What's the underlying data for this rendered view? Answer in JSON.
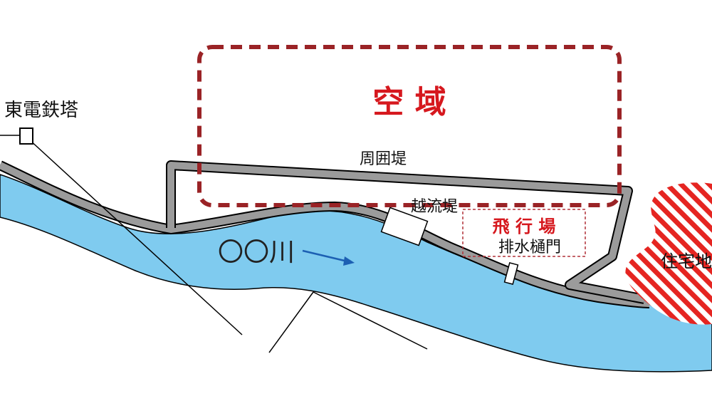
{
  "labels": {
    "airspace": "空 域",
    "perimeter_levee": "周囲堤",
    "overflow_levee": "越流堤",
    "airfield": "飛 行 場",
    "drainage_gate": "排水樋門",
    "river": "〇〇川",
    "residential": "住宅地",
    "power_tower": "東電鉄塔"
  },
  "colors": {
    "river": "#7fcbef",
    "river_edge": "#000000",
    "levee": "#9b9b9b",
    "airspace_border": "#9a2326",
    "airspace_text": "#d6181e",
    "airfield_border": "#b2323a",
    "residential_stripe": "#e52521",
    "flow_arrow": "#1c5fb3"
  }
}
